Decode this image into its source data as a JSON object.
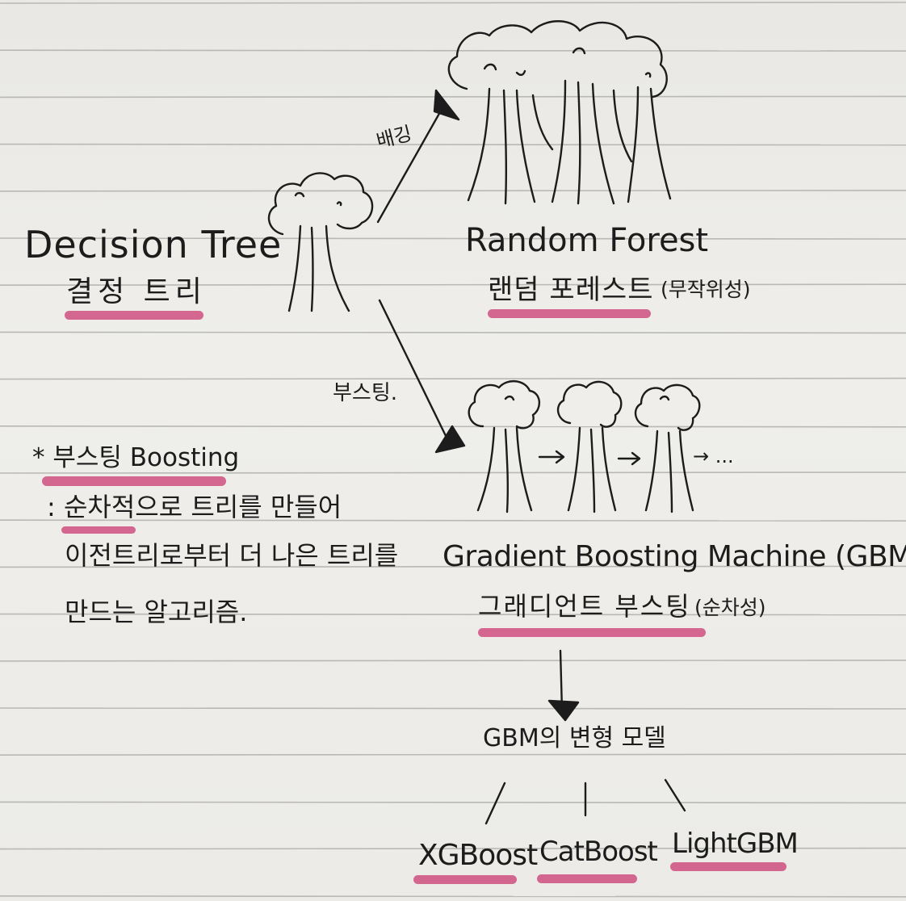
{
  "nodes": {
    "decision_tree": {
      "en": "Decision Tree",
      "ko": "결정 트리"
    },
    "random_forest": {
      "en": "Random Forest",
      "ko": "랜덤 포레스트",
      "note": "(무작위성)"
    },
    "gbm": {
      "en": "Gradient Boosting Machine (GBM)",
      "ko": "그래디언트 부스팅",
      "note": "(순차성)"
    },
    "variants_title": "GBM의 변형 모델",
    "variants": [
      "XGBoost",
      "CatBoost",
      "LightGBM"
    ]
  },
  "edges": {
    "bagging": "배깅",
    "boosting": "부스팅."
  },
  "boosting_note": {
    "title": "* 부스팅 Boosting",
    "lines": [
      ": 순차적으로 트리를 만들어",
      "이전트리로부터 더 나은 트리를",
      "만드는 알고리즘."
    ]
  },
  "gbm_sequence_ellipsis": "→ ...",
  "colors": {
    "highlight": "#cf4f7f",
    "ink": "#1c1c1c",
    "paper": "#ecebe7",
    "rule": "#b9b8b4"
  }
}
